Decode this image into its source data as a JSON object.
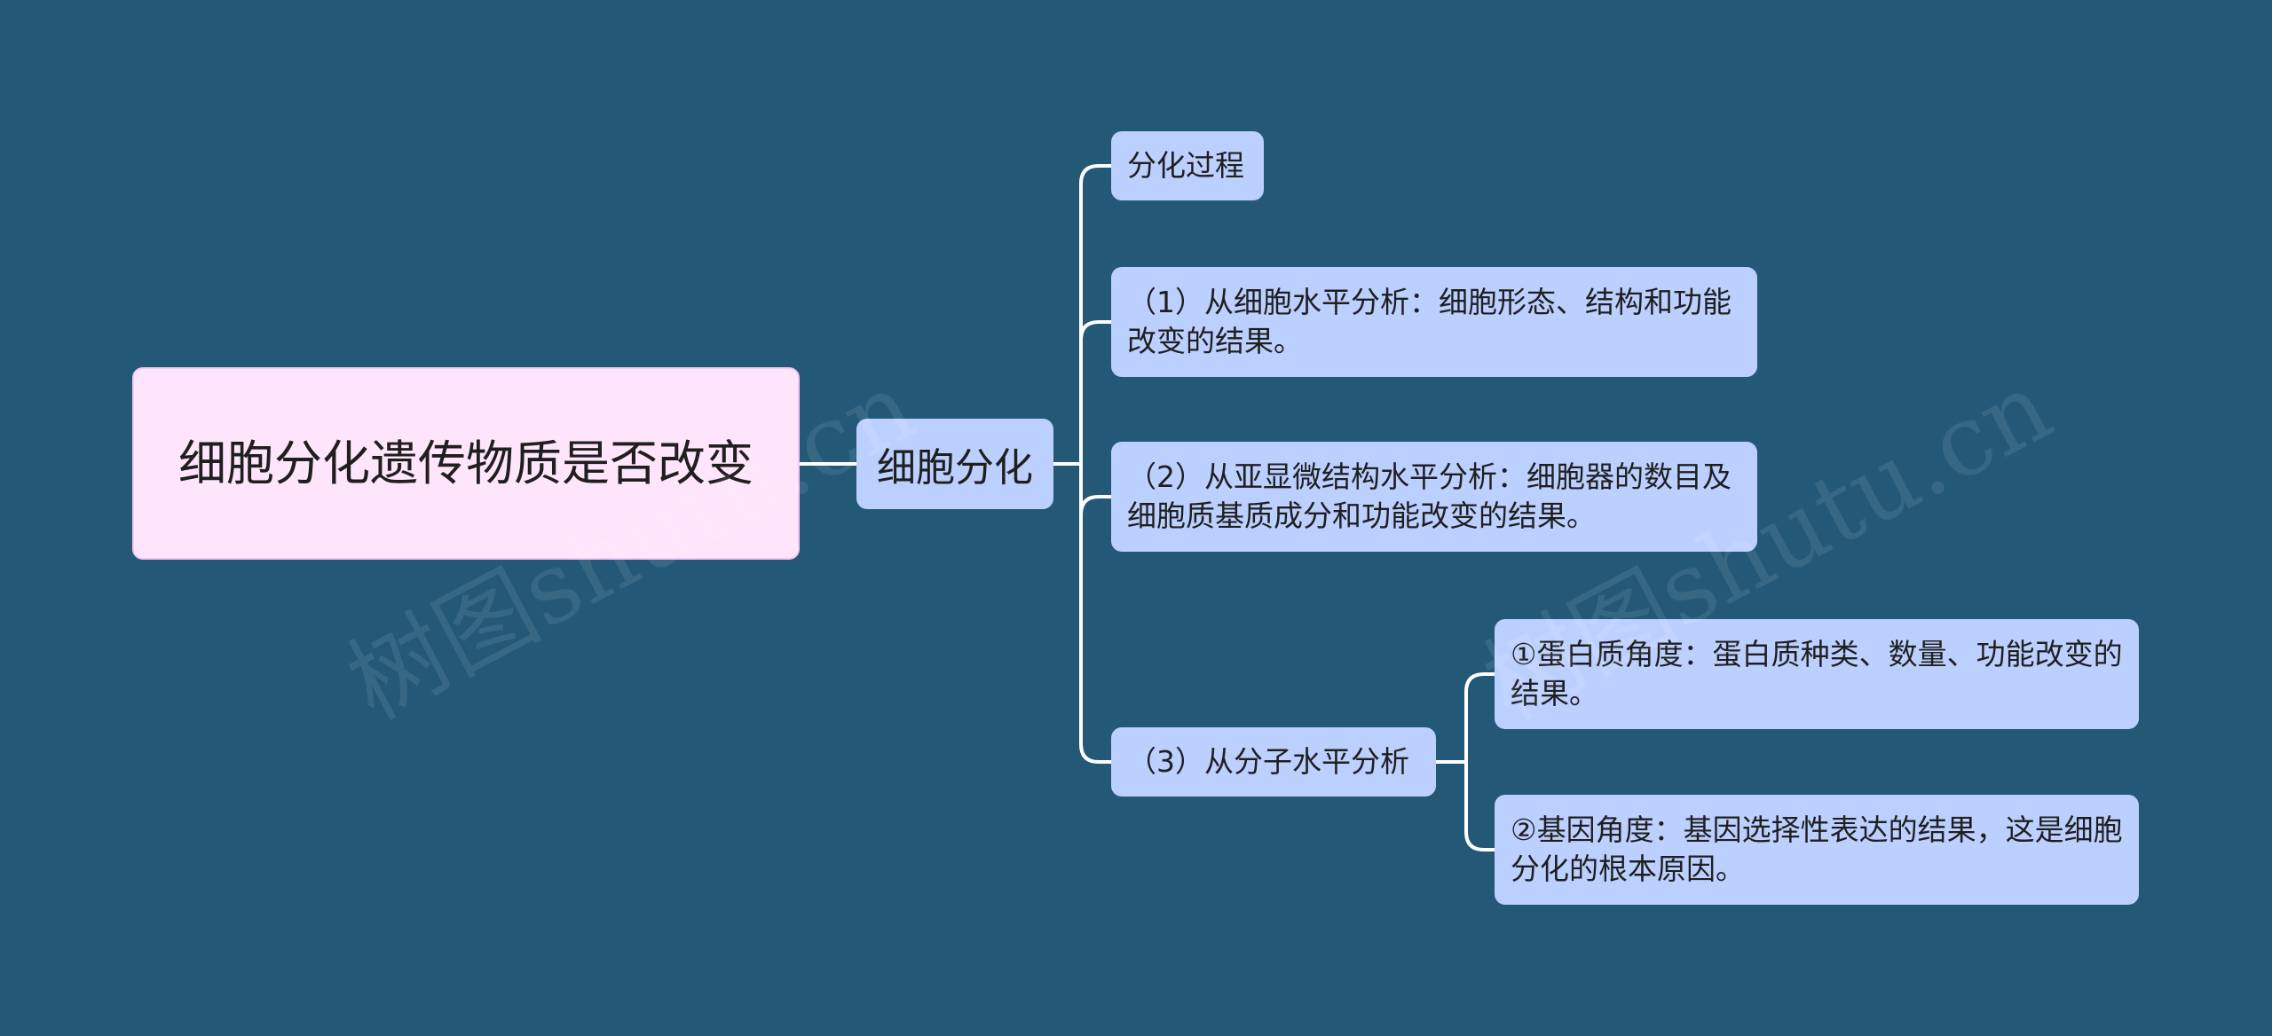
{
  "root": {
    "label": "细胞分化遗传物质是否改变"
  },
  "level1": {
    "label": "细胞分化"
  },
  "children": {
    "process": "分化过程",
    "cell_level": "（1）从细胞水平分析：细胞形态、结构和功能改变的结果。",
    "subcell_level": "（2）从亚显微结构水平分析：细胞器的数目及细胞质基质成分和功能改变的结果。",
    "molecular_level": "（3）从分子水平分析",
    "protein_angle": "①蛋白质角度：蛋白质种类、数量、功能改变的结果。",
    "gene_angle": "②基因角度：基因选择性表达的结果，这是细胞分化的根本原因。"
  },
  "watermark": "树图shutu.cn",
  "colors": {
    "background": "#235877",
    "root_fill": "#ffe5fb",
    "node_fill": "#bcd0ff",
    "connector": "#ffffff"
  }
}
